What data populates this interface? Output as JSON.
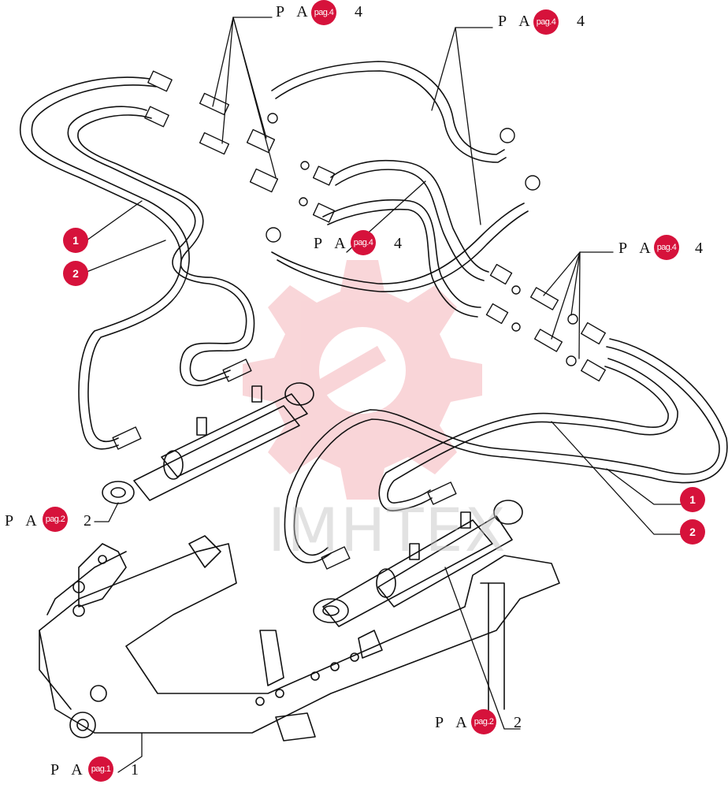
{
  "watermark": {
    "text": "IMHTEX",
    "color": "#f2b3b8"
  },
  "ref_prefix": "P A",
  "refs": [
    {
      "id": "top-left",
      "badge": "pag.4",
      "suffix": "4"
    },
    {
      "id": "top-right",
      "badge": "pag.4",
      "suffix": "4"
    },
    {
      "id": "middle",
      "badge": "pag.4",
      "suffix": "4"
    },
    {
      "id": "right",
      "badge": "pag.4",
      "suffix": "4"
    },
    {
      "id": "left",
      "badge": "pag.2",
      "suffix": "2"
    },
    {
      "id": "bottom-center",
      "badge": "pag.2",
      "suffix": "2"
    },
    {
      "id": "bottom-left",
      "badge": "pag.1",
      "suffix": "1"
    }
  ],
  "callouts": [
    {
      "id": "left-1",
      "number": "1"
    },
    {
      "id": "left-2",
      "number": "2"
    },
    {
      "id": "right-1",
      "number": "1"
    },
    {
      "id": "right-2",
      "number": "2"
    }
  ],
  "colors": {
    "badge": "#d6123b",
    "line": "#111111"
  }
}
